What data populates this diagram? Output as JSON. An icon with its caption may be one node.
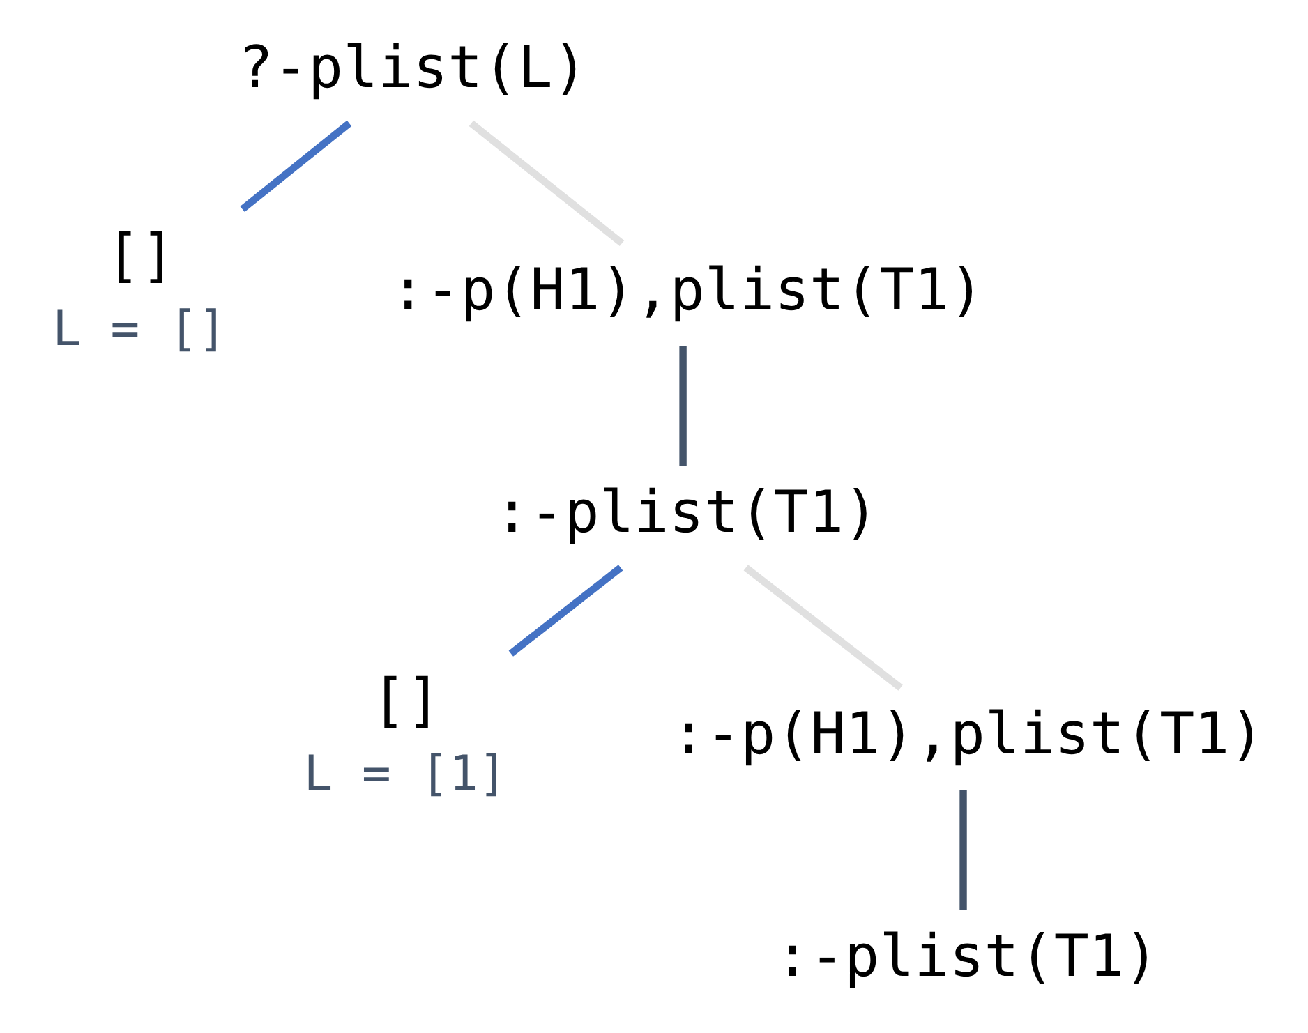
{
  "diagram": {
    "nodes": [
      {
        "text": [
          "?-plist(L)"
        ]
      },
      {
        "text": [
          "[]"
        ],
        "beside": [
          "L = []"
        ]
      },
      {
        "text": [
          ":-p(H1),plist(T1)"
        ]
      },
      {
        "text": [
          ":-plist(T1)"
        ]
      },
      {
        "text": [
          "[]"
        ],
        "beside": [
          "L = [1]"
        ]
      },
      {
        "text": [
          ":-p(H1),plist(T1)"
        ]
      },
      {
        "text": [
          ":-plist(T1)"
        ]
      }
    ],
    "edges": [
      {
        "from": 0,
        "to": 1,
        "arrow": "none",
        "color": "#4472c4"
      },
      {
        "from": 0,
        "to": 2,
        "arrow": "none",
        "color": "#e0e0e0"
      },
      {
        "from": 2,
        "to": 3,
        "arrow": "none",
        "color": "#44546a"
      },
      {
        "from": 3,
        "to": 4,
        "arrow": "none",
        "color": "#4472c4"
      },
      {
        "from": 3,
        "to": 5,
        "arrow": "none",
        "color": "#e0e0e0"
      },
      {
        "from": 5,
        "to": 6,
        "arrow": "none",
        "color": "#44546a"
      }
    ]
  }
}
